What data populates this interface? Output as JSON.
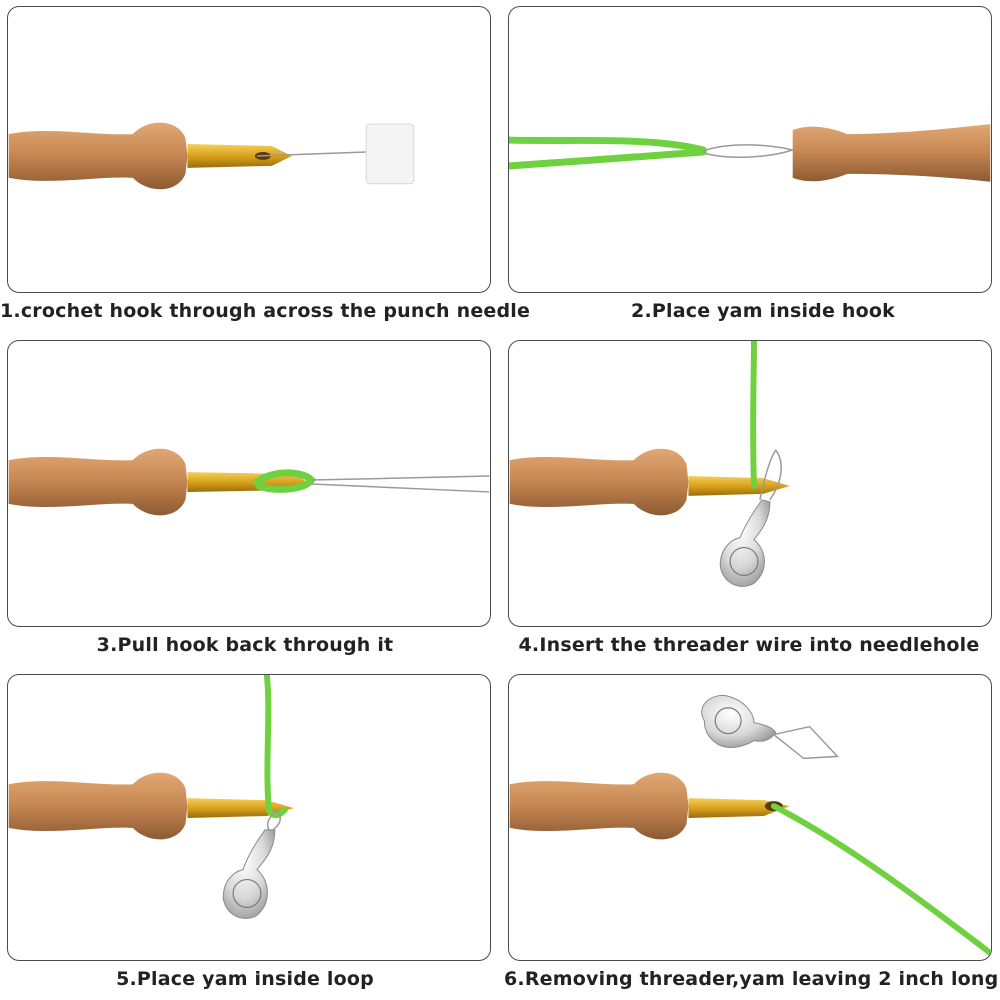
{
  "steps": [
    {
      "caption": "1.crochet hook through across the punch needle"
    },
    {
      "caption": "2.Place yam inside hook"
    },
    {
      "caption": "3.Pull hook back through it"
    },
    {
      "caption": "4.Insert the threader wire into needlehole"
    },
    {
      "caption": "5.Place yam inside loop"
    },
    {
      "caption": "6.Removing threader,yam leaving 2 inch long"
    }
  ],
  "colors": {
    "wood": "#c98a55",
    "wood_shadow": "#9c6234",
    "brass": "#d9a21c",
    "yarn": "#6fd13f",
    "wire": "#9a9a9a",
    "border": "#4a4a4a"
  }
}
